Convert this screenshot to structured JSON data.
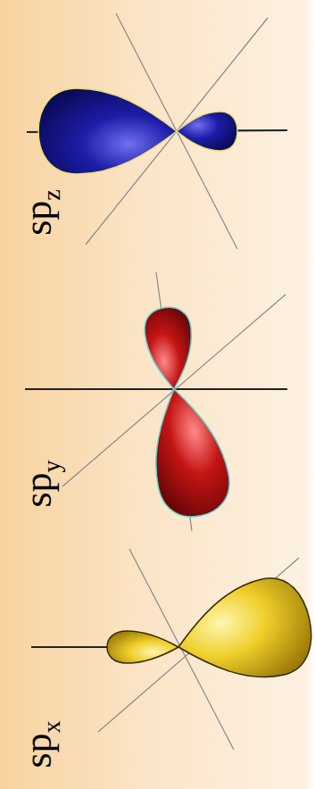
{
  "diagram": {
    "labels": [
      "sp",
      "x",
      "sp",
      "y",
      "sp",
      "z"
    ]
  }
}
